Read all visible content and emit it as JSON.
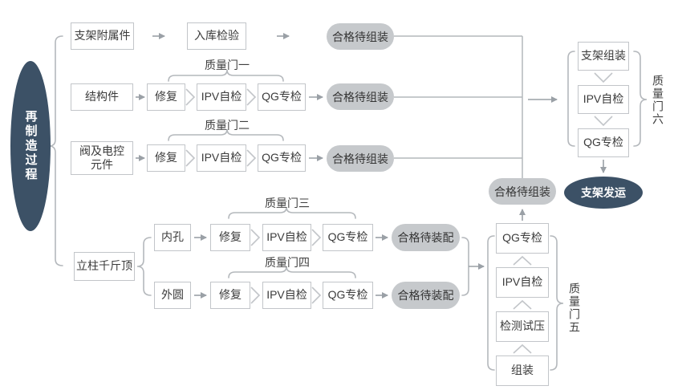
{
  "diagram": {
    "process_label": "再制造过程",
    "gates": {
      "g1": "质量门一",
      "g2": "质量门二",
      "g3": "质量门三",
      "g4": "质量门四",
      "g5": "质量门五",
      "g6": "质量门六"
    },
    "rows": {
      "r1": {
        "source": "支架附属件",
        "inspect": "入库检验",
        "result": "合格待组装"
      },
      "r2": {
        "source": "结构件",
        "repair": "修复",
        "ipv": "IPV自检",
        "qg": "QG专检",
        "result": "合格待组装"
      },
      "r3": {
        "source": "阀及电控元件",
        "repair": "修复",
        "ipv": "IPV自检",
        "qg": "QG专检",
        "result": "合格待组装"
      },
      "jack": {
        "source": "立柱千斤顶"
      },
      "r4": {
        "part": "内孔",
        "repair": "修复",
        "ipv": "IPV自检",
        "qg": "QG专检",
        "result": "合格待装配"
      },
      "r5": {
        "part": "外圆",
        "repair": "修复",
        "ipv": "IPV自检",
        "qg": "QG专检",
        "result": "合格待装配"
      }
    },
    "assembly_stack": {
      "qg": "QG专检",
      "ipv": "IPV自检",
      "test": "检测试压",
      "assemble": "组装",
      "result": "合格待组装"
    },
    "final_stack": {
      "assemble": "支架组装",
      "ipv": "IPV自检",
      "qg": "QG专检",
      "ship": "支架发运"
    }
  },
  "colors": {
    "dark": "#3c5166",
    "pill": "#c6c9cc",
    "border": "#c2c5c9",
    "line": "#9aa0a6",
    "bracket": "#b4b8bc",
    "ink": "#3b3b3b",
    "bg": "#ffffff"
  }
}
